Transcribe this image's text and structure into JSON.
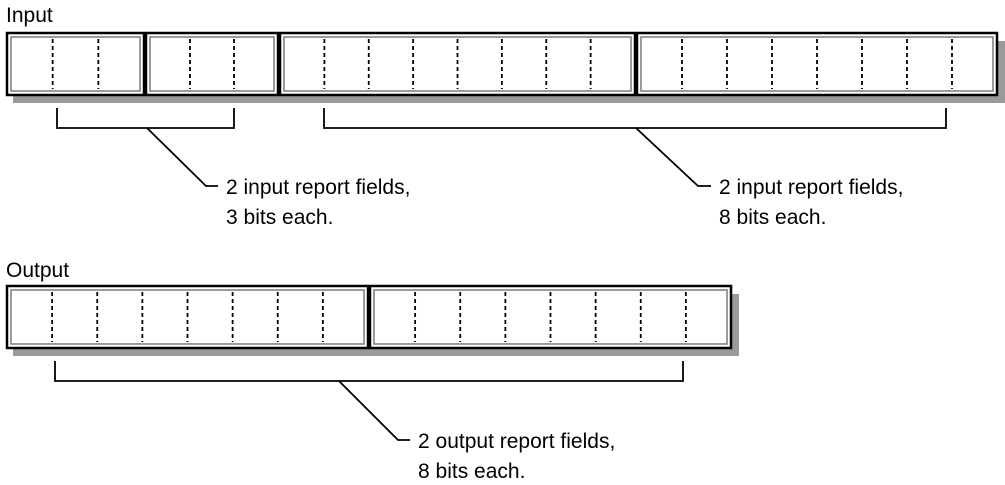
{
  "sections": [
    {
      "label": "Input",
      "fields": [
        {
          "bits": 3
        },
        {
          "bits": 3
        },
        {
          "bits": 8
        },
        {
          "bits": 8
        }
      ],
      "callouts": [
        {
          "line1": "2 input report fields,",
          "line2": "3 bits each."
        },
        {
          "line1": "2 input report fields,",
          "line2": "8 bits each."
        }
      ]
    },
    {
      "label": "Output",
      "fields": [
        {
          "bits": 8
        },
        {
          "bits": 8
        }
      ],
      "callouts": [
        {
          "line1": "2 output report fields,",
          "line2": "8 bits each."
        }
      ]
    }
  ]
}
